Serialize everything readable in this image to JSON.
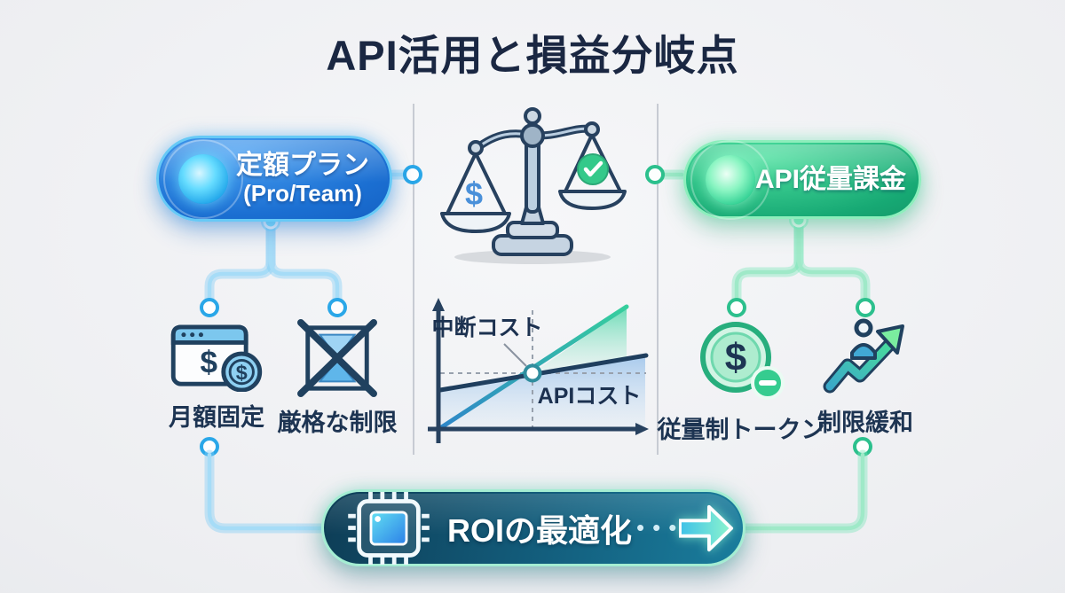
{
  "title": "API活用と損益分岐点",
  "glyphs": {
    "dollar": "$"
  },
  "left_branch": {
    "pill": {
      "line1": "定額プラン",
      "line2": "(Pro/Team)"
    },
    "items": [
      {
        "label": "月額固定"
      },
      {
        "label": "厳格な制限"
      }
    ]
  },
  "right_branch": {
    "pill": {
      "label": "API従量課金"
    },
    "items": [
      {
        "label": "従量制トークン"
      },
      {
        "label": "制限緩和"
      }
    ]
  },
  "chart_data": {
    "type": "line",
    "labels": {
      "callout": "中断コスト",
      "lower_right": "APIコスト"
    },
    "series": [
      {
        "name": "中断コスト",
        "x": [
          0,
          1
        ],
        "y": [
          0,
          0.95
        ],
        "style": "steep blue-to-green gradient line from origin with green fill right of break-even"
      },
      {
        "name": "APIコスト",
        "x": [
          0,
          1
        ],
        "y": [
          0.3,
          0.57
        ],
        "style": "shallow navy line with light blue fill underneath"
      }
    ],
    "break_even_point": {
      "x": 0.45,
      "y": 0.43
    },
    "gridlines": "dashed crosshair through break-even marker",
    "axes": "unlabeled arrows, no tick values"
  },
  "footer": {
    "label": "ROIの最適化",
    "dots": "•••"
  },
  "colors": {
    "accent_blue": "#1e88e5",
    "accent_green": "#21c58b",
    "navy_text": "#1c2f4e",
    "banner_teal": "#14607f"
  }
}
